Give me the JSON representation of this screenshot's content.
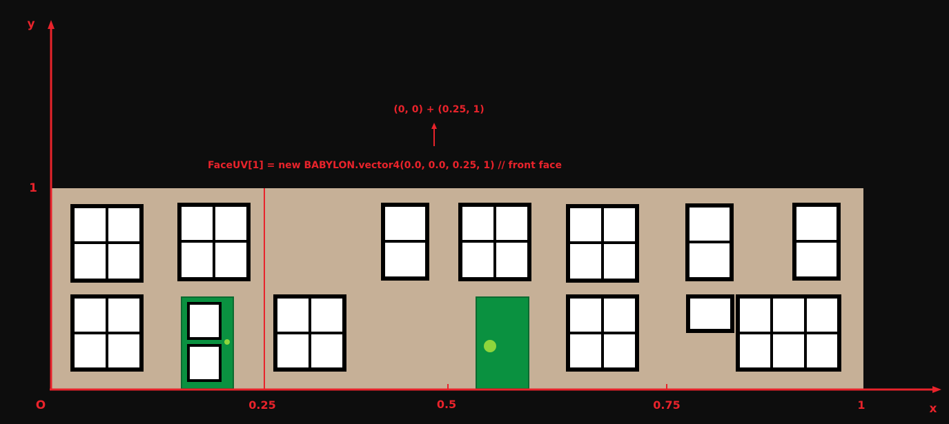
{
  "labels": {
    "y_axis": "y",
    "x_axis": "x",
    "origin": "O",
    "y_one": "1",
    "tick_025": "0.25",
    "tick_05": "0.5",
    "tick_075": "0.75",
    "tick_1": "1",
    "uv_sum": "(0, 0) + (0.25, 1)",
    "code": "FaceUV[1] = new BABYLON.vector4(0.0, 0.0, 0.25, 1) // front face"
  },
  "colors": {
    "background": "#0d0d0d",
    "axis": "#e8232b",
    "wall": "#c6b097",
    "window_frame": "#000000",
    "window_glass": "#ffffff",
    "door": "#0a9140",
    "door_knob": "#8ed63c"
  }
}
